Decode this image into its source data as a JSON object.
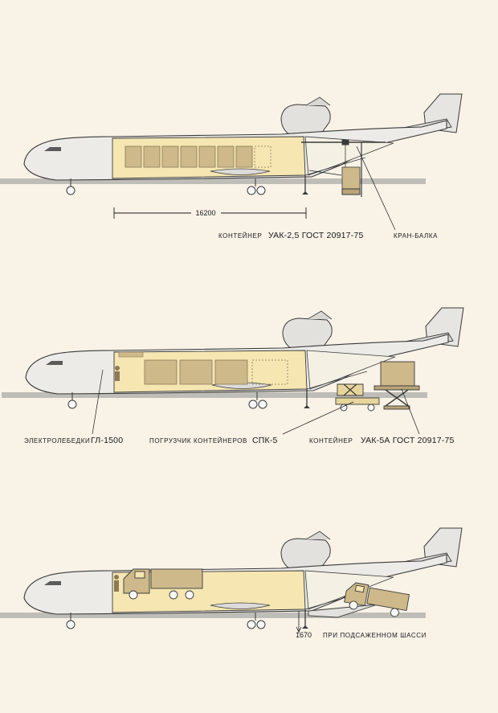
{
  "colors": {
    "background": "#f8f2e7",
    "fuselage": "#ecebe7",
    "cargo_hold": "#f5e6b2",
    "container": "#cdb98a",
    "line": "#3a3a3a",
    "runway": "#bfbdb8"
  },
  "diagram1": {
    "dimension": "16200",
    "label_container_prefix": "КОНТЕЙНЕР",
    "label_container_main": "УАК-2,5 ГОСТ 20917-75",
    "label_crane": "КРАН-БАЛКА"
  },
  "diagram2": {
    "label_winch_prefix": "ЭЛЕКТРОЛЕБЕДКИ",
    "label_winch_main": "ГЛ-1500",
    "label_loader_prefix": "ПОГРУЗЧИК КОНТЕЙНЕРОВ",
    "label_loader_main": "СПК-5",
    "label_container_prefix": "КОНТЕЙНЕР",
    "label_container_main": "УАК-5А ГОСТ 20917-75"
  },
  "diagram3": {
    "dimension": "1670",
    "label_kneel": "ПРИ ПОДСАЖЕННОМ ШАССИ"
  }
}
